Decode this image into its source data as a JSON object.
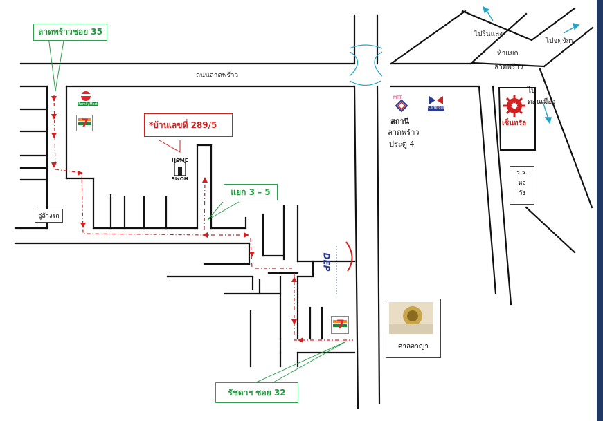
{
  "callouts": {
    "soi35": "ลาดพร้าวซอย 35",
    "house": "*บ้านเลขที่ 289/5",
    "junction": "แยก 3 – 5",
    "soi32": "รัชดาฯ ซอย 32"
  },
  "labels": {
    "road": "ถนนลาดพร้าว",
    "to_rinlaeng": "ไปรินแลง",
    "to_chatuchak": "ไปจตุจักร",
    "intersection_l1": "ห้าแยก",
    "intersection_l2": "ลาดพร้าว",
    "to_donmueang_l1": "ไป",
    "to_donmueang_l2": "ดอนเมือง",
    "station_l1": "สถานี",
    "station_l2": "ลาดพร้าว",
    "station_l3": "ประตู 4",
    "car_wash": "อู่ล้างรถ",
    "court": "ศาลอาญา",
    "school_l1": "ร.ร.",
    "school_l2": "หอ",
    "school_l3": "วัง",
    "central": "เซ็นทรัล",
    "mrt": "MRT",
    "carrefour": "Carrefour",
    "familymart": "FamilyMart",
    "dep": "DEP",
    "home_text": "HOME",
    "seven_brand": "7"
  },
  "colors": {
    "road": "#111111",
    "route": "#d21f1f",
    "callout_green": "#2e9e4f",
    "arrow_blue": "#23a5c8",
    "seven_green": "#1a8a3a",
    "seven_red": "#e3262b"
  }
}
